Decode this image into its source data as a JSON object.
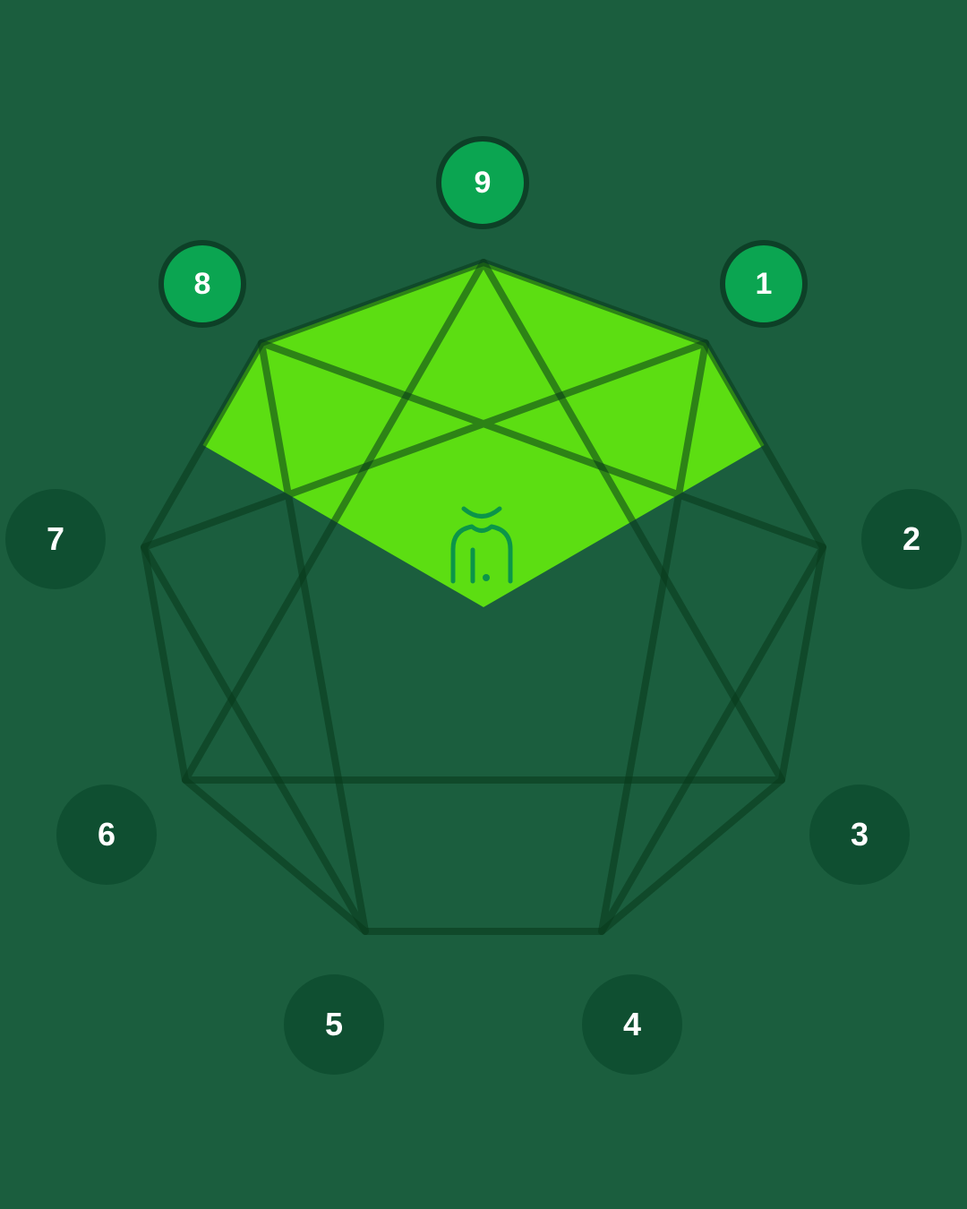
{
  "diagram": {
    "name": "enneagram",
    "highlighted_center": "body",
    "highlighted_types": [
      "8",
      "9",
      "1"
    ],
    "center_icon": "body-icon",
    "points": [
      {
        "label": "1",
        "highlighted": true
      },
      {
        "label": "2",
        "highlighted": false
      },
      {
        "label": "3",
        "highlighted": false
      },
      {
        "label": "4",
        "highlighted": false
      },
      {
        "label": "5",
        "highlighted": false
      },
      {
        "label": "6",
        "highlighted": false
      },
      {
        "label": "7",
        "highlighted": false
      },
      {
        "label": "8",
        "highlighted": true
      },
      {
        "label": "9",
        "highlighted": true
      }
    ],
    "colors": {
      "background": "#1B5E3E",
      "node_default": "#0F4F31",
      "node_highlight": "#0BA551",
      "node_highlight_ring": "#0D4027",
      "highlight_region": "#5CDE12",
      "figure_line": "rgba(7,57,25,0.55)",
      "icon": "#0B9549",
      "number_text": "#FFFFFF"
    }
  }
}
